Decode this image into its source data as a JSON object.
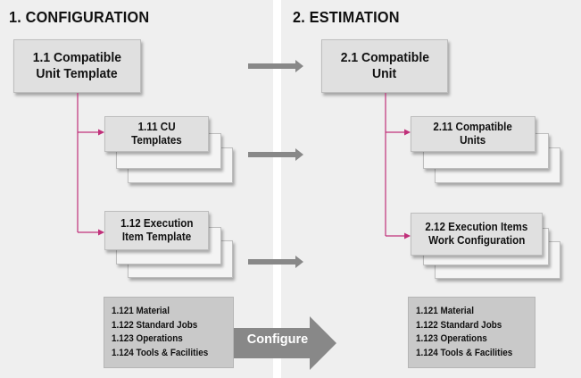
{
  "colors": {
    "connector": "#c0307a",
    "arrow": "#888888",
    "panel": "#efefef"
  },
  "configuration": {
    "title": "1. CONFIGURATION",
    "main_box": {
      "line1": "1.1 Compatible",
      "line2": "Unit Template"
    },
    "child_1": {
      "line1": "1.11 CU",
      "line2": "Templates"
    },
    "child_2": {
      "line1": "1.12 Execution",
      "line2": "Item Template"
    },
    "items": [
      "1.121 Material",
      "1.122 Standard Jobs",
      "1.123 Operations",
      "1.124 Tools & Facilities"
    ]
  },
  "estimation": {
    "title": "2. ESTIMATION",
    "main_box": {
      "line1": "2.1 Compatible",
      "line2": "Unit"
    },
    "child_1": {
      "line1": "2.11 Compatible",
      "line2": "Units"
    },
    "child_2": {
      "line1": "2.12 Execution Items",
      "line2": "Work Configuration"
    },
    "items": [
      "1.121 Material",
      "1.122 Standard Jobs",
      "1.123 Operations",
      "1.124 Tools & Facilities"
    ]
  },
  "configure_arrow": {
    "label": "Configure"
  }
}
